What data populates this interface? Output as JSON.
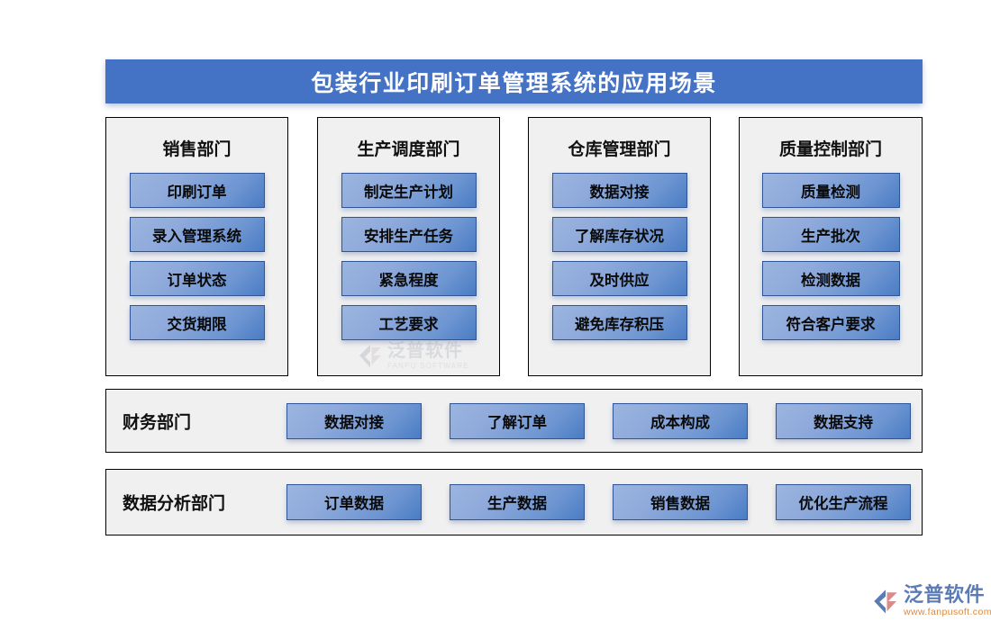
{
  "header": {
    "title": "包装行业印刷订单管理系统的应用场景",
    "background_color": "#4472C4",
    "text_color": "#FFFFFF"
  },
  "theme": {
    "panel_background": "#F0F0F0",
    "panel_border": "#000000",
    "chip_gradient_start": "#9BB5DF",
    "chip_gradient_end": "#4A7CC4",
    "chip_border": "#2F5597",
    "page_background": "#FFFFFF"
  },
  "columns": [
    {
      "title": "销售部门",
      "items": [
        {
          "label": "印刷订单"
        },
        {
          "label": "录入管理系统"
        },
        {
          "label": "订单状态"
        },
        {
          "label": "交货期限"
        }
      ]
    },
    {
      "title": "生产调度部门",
      "items": [
        {
          "label": "制定生产计划"
        },
        {
          "label": "安排生产任务"
        },
        {
          "label": "紧急程度"
        },
        {
          "label": "工艺要求"
        }
      ]
    },
    {
      "title": "仓库管理部门",
      "items": [
        {
          "label": "数据对接"
        },
        {
          "label": "了解库存状况"
        },
        {
          "label": "及时供应"
        },
        {
          "label": "避免库存积压"
        }
      ]
    },
    {
      "title": "质量控制部门",
      "items": [
        {
          "label": "质量检测"
        },
        {
          "label": "生产批次"
        },
        {
          "label": "检测数据"
        },
        {
          "label": "符合客户要求"
        }
      ]
    }
  ],
  "rows": [
    {
      "label": "财务部门",
      "items": [
        {
          "label": "数据对接"
        },
        {
          "label": "了解订单"
        },
        {
          "label": "成本构成"
        },
        {
          "label": "数据支持"
        }
      ]
    },
    {
      "label": "数据分析部门",
      "items": [
        {
          "label": "订单数据"
        },
        {
          "label": "生产数据"
        },
        {
          "label": "销售数据"
        },
        {
          "label": "优化生产流程"
        }
      ]
    }
  ],
  "watermark": {
    "name_cn": "泛普软件",
    "name_en": "FANPU SOFTWARE"
  },
  "brand": {
    "name_cn": "泛普软件",
    "url": "www.fanpusoft.com",
    "name_color": "#5B7BB5",
    "url_color": "#D98A3E"
  }
}
